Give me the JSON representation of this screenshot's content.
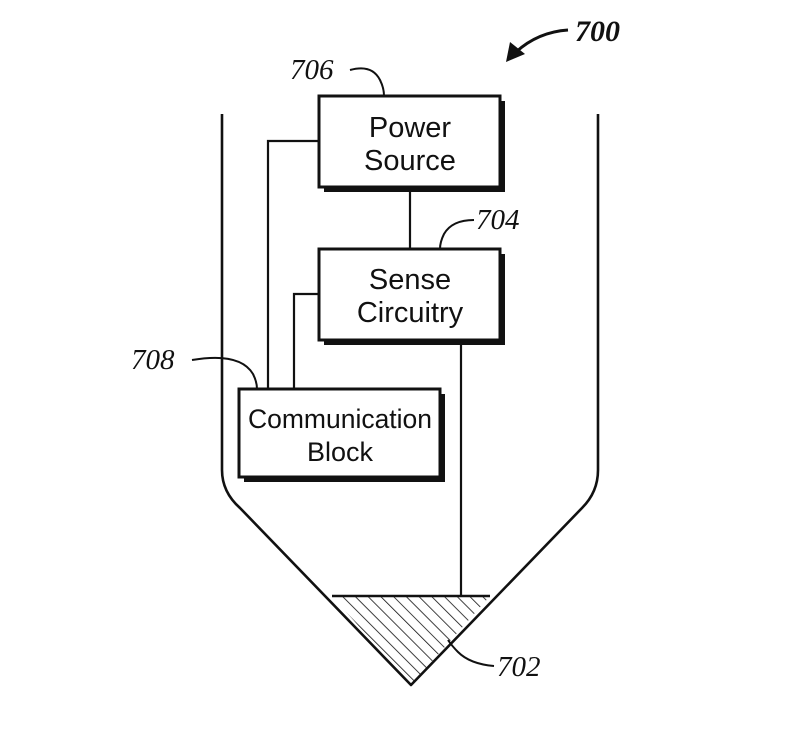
{
  "figure_ref": "700",
  "blocks": {
    "power_source": {
      "ref": "706",
      "lines": [
        "Power",
        "Source"
      ]
    },
    "sense_circuitry": {
      "ref": "704",
      "lines": [
        "Sense",
        "Circuitry"
      ]
    },
    "communication_block": {
      "ref": "708",
      "lines": [
        "Communication",
        "Block"
      ]
    }
  },
  "tip": {
    "ref": "702"
  }
}
